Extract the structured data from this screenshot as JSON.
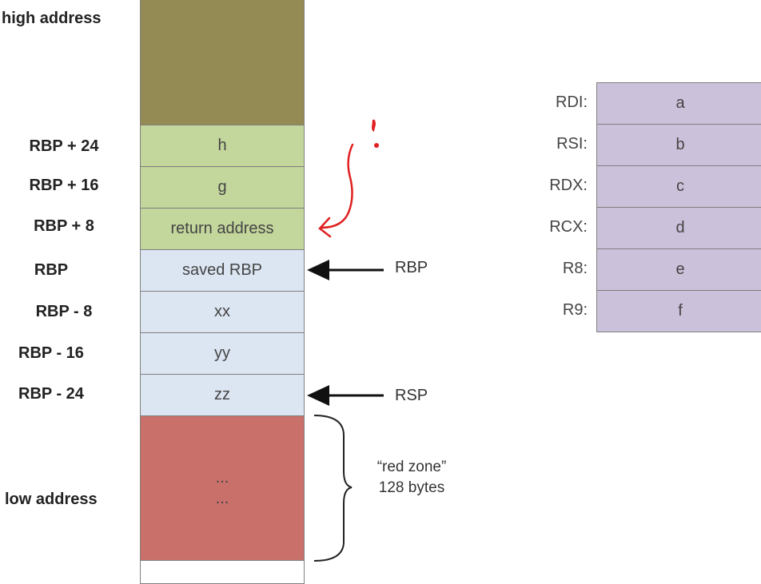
{
  "labels": {
    "high": "high address",
    "low": "low address"
  },
  "stack": {
    "offsets": [
      "RBP + 24",
      "RBP + 16",
      "RBP + 8",
      "RBP",
      "RBP - 8",
      "RBP - 16",
      "RBP - 24"
    ],
    "top_block_color": "#948a54",
    "cells": [
      {
        "label": "h",
        "color": "#c3d69b"
      },
      {
        "label": "g",
        "color": "#c3d69b"
      },
      {
        "label": "return address",
        "color": "#c3d69b"
      },
      {
        "label": "saved RBP",
        "color": "#dce6f2"
      },
      {
        "label": "xx",
        "color": "#dce6f2"
      },
      {
        "label": "yy",
        "color": "#dce6f2"
      },
      {
        "label": "zz",
        "color": "#dce6f2"
      }
    ],
    "red_zone": {
      "color": "#c9706a",
      "lines": [
        "...",
        "..."
      ]
    }
  },
  "pointers": {
    "rbp": "RBP",
    "rsp": "RSP"
  },
  "red_zone_caption": {
    "line1": "“red zone”",
    "line2": "128 bytes"
  },
  "registers": [
    {
      "name": "RDI:",
      "value": "a"
    },
    {
      "name": "RSI:",
      "value": "b"
    },
    {
      "name": "RDX:",
      "value": "c"
    },
    {
      "name": "RCX:",
      "value": "d"
    },
    {
      "name": "R8:",
      "value": "e"
    },
    {
      "name": "R9:",
      "value": "f"
    }
  ],
  "colors": {
    "register_fill": "#ccc1da",
    "annotation_red": "#e02020"
  }
}
